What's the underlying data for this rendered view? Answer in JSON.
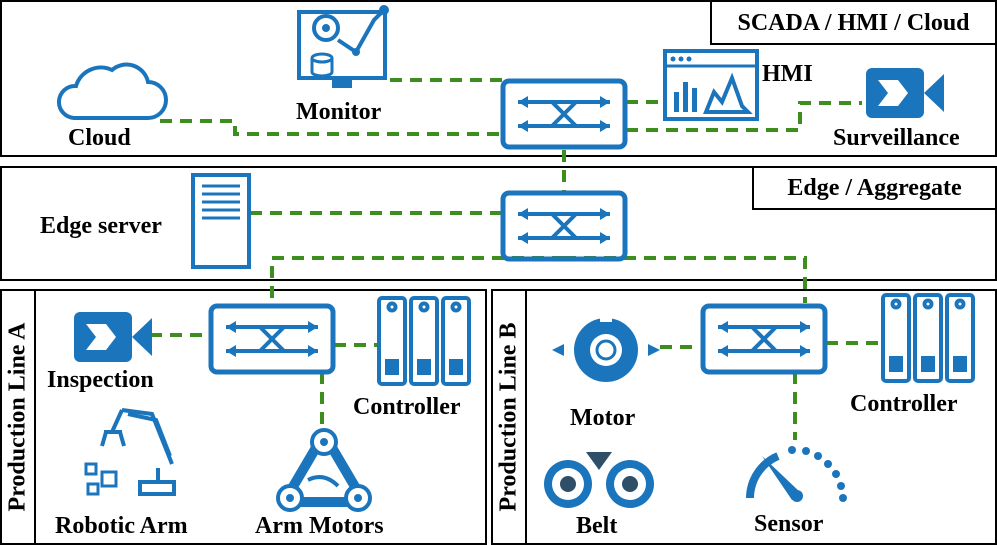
{
  "colors": {
    "icon": "#1b75bc",
    "link": "#3e8e1f",
    "border": "#000000",
    "dark": "#2f4f68"
  },
  "layers": {
    "scada": "SCADA / HMI / Cloud",
    "edge": "Edge / Aggregate",
    "line_a": "Production Line A",
    "line_b": "Production Line B"
  },
  "nodes": {
    "cloud": "Cloud",
    "monitor": "Monitor",
    "hmi": "HMI",
    "surveillance": "Surveillance",
    "edge_server": "Edge server",
    "inspection": "Inspection",
    "controller_a": "Controller",
    "robotic_arm": "Robotic Arm",
    "arm_motors": "Arm Motors",
    "motor": "Motor",
    "controller_b": "Controller",
    "belt": "Belt",
    "sensor": "Sensor"
  },
  "icons": {
    "cloud": "cloud-icon",
    "monitor": "monitor-analytics-icon",
    "hmi": "dashboard-window-icon",
    "surveillance": "camera-icon",
    "switch": "network-switch-icon",
    "edge_server": "server-icon",
    "inspection": "camera-icon",
    "controller": "plc-rack-icon",
    "robotic_arm": "robot-arm-icon",
    "arm_motors": "gear-chain-icon",
    "motor": "motor-icon",
    "belt": "conveyor-belt-icon",
    "sensor": "gauge-icon"
  }
}
